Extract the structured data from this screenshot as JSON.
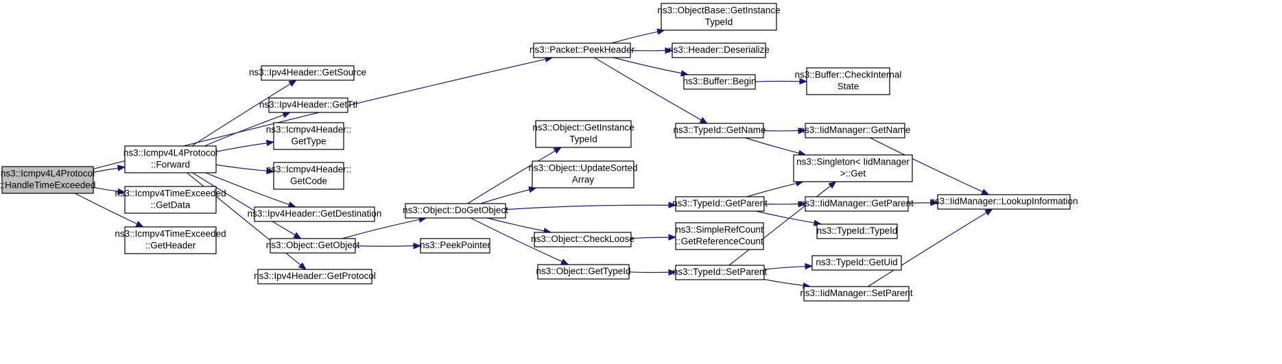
{
  "graph": {
    "nodes": [
      {
        "id": "n0",
        "name": "node-icmpv4-handle-time-exceeded",
        "lines": [
          "ns3::Icmpv4L4Protocol",
          "::HandleTimeExceeded"
        ],
        "root": true
      },
      {
        "id": "n1",
        "name": "node-icmpv4-forward",
        "lines": [
          "ns3::Icmpv4L4Protocol",
          "::Forward"
        ]
      },
      {
        "id": "n2",
        "name": "node-time-exceeded-get-data",
        "lines": [
          "ns3::Icmpv4TimeExceeded",
          "::GetData"
        ]
      },
      {
        "id": "n3",
        "name": "node-time-exceeded-get-header",
        "lines": [
          "ns3::Icmpv4TimeExceeded",
          "::GetHeader"
        ]
      },
      {
        "id": "n4",
        "name": "node-packet-peek-header",
        "lines": [
          "ns3::Packet::PeekHeader"
        ]
      },
      {
        "id": "n5",
        "name": "node-ipv4-get-source",
        "lines": [
          "ns3::Ipv4Header::GetSource"
        ]
      },
      {
        "id": "n6",
        "name": "node-ipv4-get-ttl",
        "lines": [
          "ns3::Ipv4Header::GetTtl"
        ]
      },
      {
        "id": "n7",
        "name": "node-icmpv4-header-get-type",
        "lines": [
          "ns3::Icmpv4Header::",
          "GetType"
        ]
      },
      {
        "id": "n8",
        "name": "node-icmpv4-header-get-code",
        "lines": [
          "ns3::Icmpv4Header::",
          "GetCode"
        ]
      },
      {
        "id": "n9",
        "name": "node-ipv4-get-destination",
        "lines": [
          "ns3::Ipv4Header::GetDestination"
        ]
      },
      {
        "id": "n10",
        "name": "node-object-get-object",
        "lines": [
          "ns3::Object::GetObject"
        ]
      },
      {
        "id": "n11",
        "name": "node-ipv4-get-protocol",
        "lines": [
          "ns3::Ipv4Header::GetProtocol"
        ]
      },
      {
        "id": "n12",
        "name": "node-object-base-get-instance-typeid",
        "lines": [
          "ns3::ObjectBase::GetInstance",
          "TypeId"
        ]
      },
      {
        "id": "n13",
        "name": "node-header-deserialize",
        "lines": [
          "ns3::Header::Deserialize"
        ]
      },
      {
        "id": "n14",
        "name": "node-buffer-begin",
        "lines": [
          "ns3::Buffer::Begin"
        ]
      },
      {
        "id": "n15",
        "name": "node-buffer-check-internal-state",
        "lines": [
          "ns3::Buffer::CheckInternal",
          "State"
        ]
      },
      {
        "id": "n16",
        "name": "node-typeid-get-name",
        "lines": [
          "ns3::TypeId::GetName"
        ]
      },
      {
        "id": "n17",
        "name": "node-iidmanager-get-name",
        "lines": [
          "ns3::IidManager::GetName"
        ]
      },
      {
        "id": "n18",
        "name": "node-singleton-get",
        "lines": [
          "ns3::Singleton< IidManager",
          ">::Get"
        ]
      },
      {
        "id": "n19",
        "name": "node-object-get-instance-typeid",
        "lines": [
          "ns3::Object::GetInstance",
          "TypeId"
        ]
      },
      {
        "id": "n20",
        "name": "node-object-update-sorted-array",
        "lines": [
          "ns3::Object::UpdateSorted",
          "Array"
        ]
      },
      {
        "id": "n21",
        "name": "node-object-do-get-object",
        "lines": [
          "ns3::Object::DoGetObject"
        ]
      },
      {
        "id": "n22",
        "name": "node-typeid-get-parent",
        "lines": [
          "ns3::TypeId::GetParent"
        ]
      },
      {
        "id": "n23",
        "name": "node-iidmanager-get-parent",
        "lines": [
          "ns3::IidManager::GetParent"
        ]
      },
      {
        "id": "n24",
        "name": "node-iidmanager-lookup-information",
        "lines": [
          "ns3::IidManager::LookupInformation"
        ]
      },
      {
        "id": "n25",
        "name": "node-typeid-typeid",
        "lines": [
          "ns3::TypeId::TypeId"
        ]
      },
      {
        "id": "n26",
        "name": "node-peek-pointer",
        "lines": [
          "ns3::PeekPointer"
        ]
      },
      {
        "id": "n27",
        "name": "node-object-check-loose",
        "lines": [
          "ns3::Object::CheckLoose"
        ]
      },
      {
        "id": "n28",
        "name": "node-simple-ref-count-get-reference-count",
        "lines": [
          "ns3::SimpleRefCount",
          "::GetReferenceCount"
        ]
      },
      {
        "id": "n29",
        "name": "node-object-get-typeid",
        "lines": [
          "ns3::Object::GetTypeId"
        ]
      },
      {
        "id": "n30",
        "name": "node-typeid-set-parent",
        "lines": [
          "ns3::TypeId::SetParent"
        ]
      },
      {
        "id": "n31",
        "name": "node-typeid-get-uid",
        "lines": [
          "ns3::TypeId::GetUid"
        ]
      },
      {
        "id": "n32",
        "name": "node-iidmanager-set-parent",
        "lines": [
          "ns3::IidManager::SetParent"
        ]
      }
    ],
    "edges": [
      {
        "from": "n0",
        "to": "n1"
      },
      {
        "from": "n0",
        "to": "n2"
      },
      {
        "from": "n0",
        "to": "n3"
      },
      {
        "from": "n0",
        "to": "n4"
      },
      {
        "from": "n1",
        "to": "n5"
      },
      {
        "from": "n1",
        "to": "n6"
      },
      {
        "from": "n1",
        "to": "n7"
      },
      {
        "from": "n1",
        "to": "n8"
      },
      {
        "from": "n1",
        "to": "n9"
      },
      {
        "from": "n1",
        "to": "n10"
      },
      {
        "from": "n1",
        "to": "n11"
      },
      {
        "from": "n4",
        "to": "n12"
      },
      {
        "from": "n4",
        "to": "n13"
      },
      {
        "from": "n4",
        "to": "n14"
      },
      {
        "from": "n4",
        "to": "n16"
      },
      {
        "from": "n14",
        "to": "n15"
      },
      {
        "from": "n16",
        "to": "n17"
      },
      {
        "from": "n16",
        "to": "n18"
      },
      {
        "from": "n17",
        "to": "n24"
      },
      {
        "from": "n10",
        "to": "n21"
      },
      {
        "from": "n10",
        "to": "n26"
      },
      {
        "from": "n21",
        "to": "n19"
      },
      {
        "from": "n21",
        "to": "n20"
      },
      {
        "from": "n21",
        "to": "n22"
      },
      {
        "from": "n21",
        "to": "n27"
      },
      {
        "from": "n21",
        "to": "n29"
      },
      {
        "from": "n22",
        "to": "n18"
      },
      {
        "from": "n22",
        "to": "n23"
      },
      {
        "from": "n22",
        "to": "n25"
      },
      {
        "from": "n23",
        "to": "n24"
      },
      {
        "from": "n27",
        "to": "n28"
      },
      {
        "from": "n29",
        "to": "n30"
      },
      {
        "from": "n30",
        "to": "n18"
      },
      {
        "from": "n30",
        "to": "n31"
      },
      {
        "from": "n30",
        "to": "n32"
      },
      {
        "from": "n32",
        "to": "n24"
      }
    ]
  }
}
